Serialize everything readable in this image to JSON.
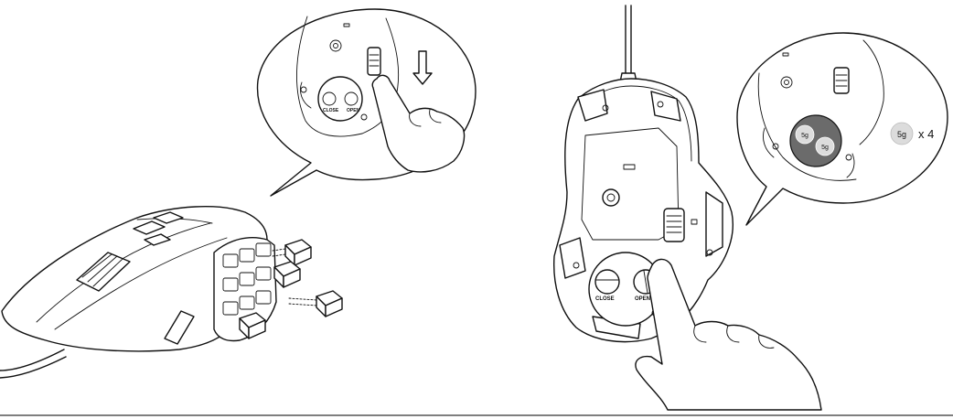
{
  "close_label": "CLOSE",
  "open_label": "OPEN",
  "weight_label": "5g",
  "weight_quantity": "x 4",
  "colors": {
    "line": "#111111",
    "background": "#ffffff",
    "weight_cavity": "#6b6b6b",
    "weight_disc": "#dcdcdc",
    "bottom_rule": "#555555"
  },
  "icons": [
    "down-arrow-icon",
    "pointing-hand-icon",
    "side-button-module-icon"
  ]
}
